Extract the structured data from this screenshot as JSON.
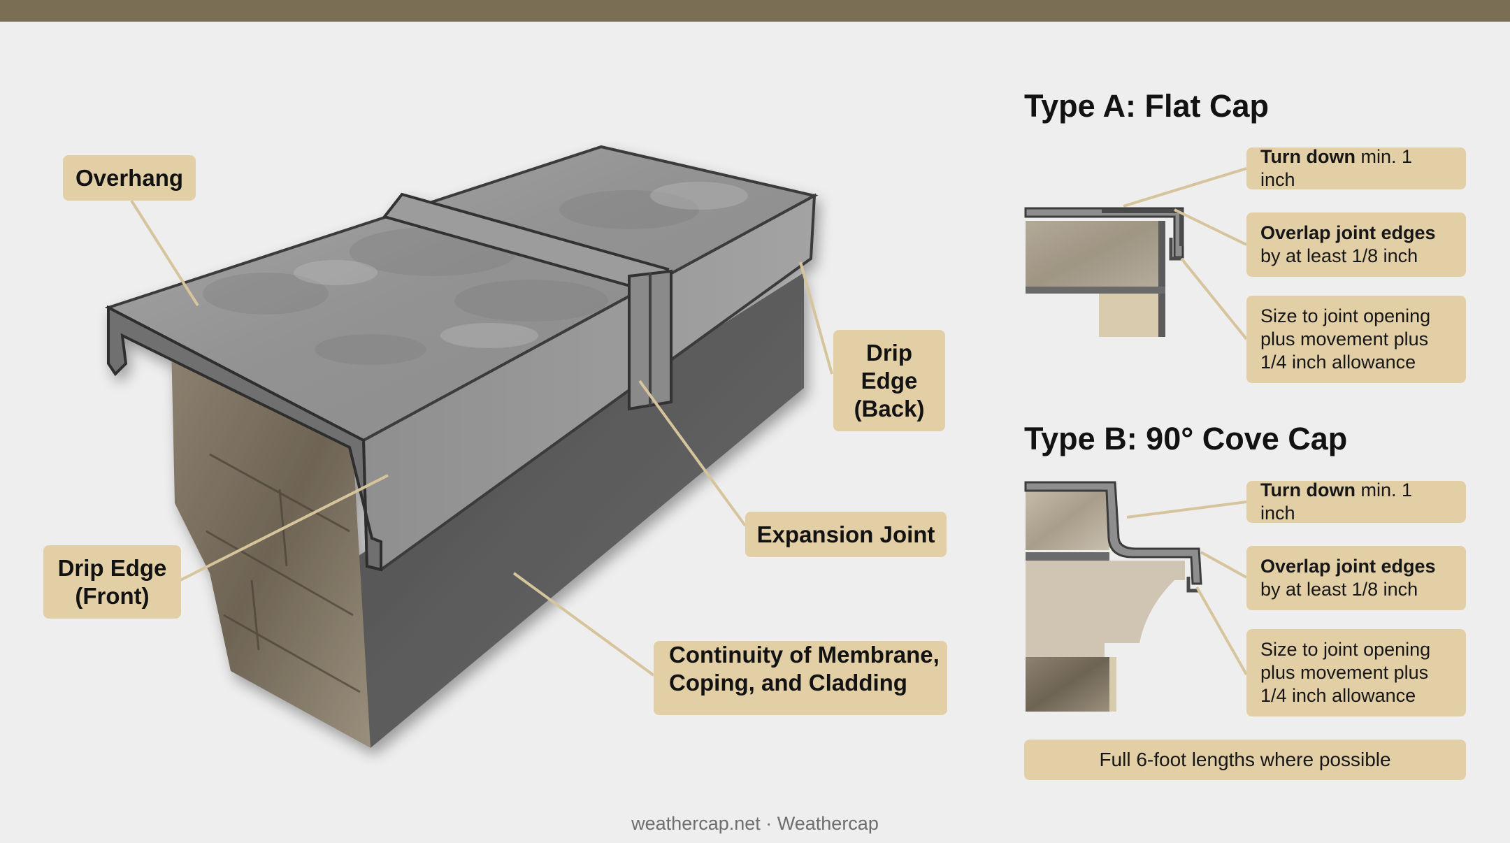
{
  "callouts": {
    "overhang": "Overhang",
    "drip_back": [
      "Drip",
      "Edge",
      "(Back)"
    ],
    "expansion_joint": "Expansion Joint",
    "drip_front": [
      "Drip Edge",
      "(Front)"
    ],
    "continuity": [
      "Continuity of Membrane,",
      "Coping, and Cladding"
    ]
  },
  "type_a": {
    "title": "Type A: Flat Cap",
    "turn_down": {
      "bold": "Turn down",
      "rest": " min. 1 inch"
    },
    "overlap": {
      "bold": "Overlap joint edges",
      "rest": "by at least 1/8 inch"
    },
    "size": [
      "Size to joint opening",
      "plus movement plus",
      "1/4 inch allowance"
    ]
  },
  "type_b": {
    "title": "Type B: 90° Cove Cap",
    "turn_down": {
      "bold": "Turn down",
      "rest": " min. 1 inch"
    },
    "overlap": {
      "bold": "Overlap joint edges",
      "rest": "by at least 1/8 inch"
    },
    "size": [
      "Size to joint opening",
      "plus movement plus",
      "1/4 inch allowance"
    ]
  },
  "full_lengths": "Full 6-foot lengths where possible",
  "footer": "weathercap.net · Weathercap",
  "colors": {
    "top_bar": "#7a6e55",
    "callout_fill": "#e3cfa5",
    "leader_line": "#d6c49c",
    "metal": "#9a9a9a",
    "wall": "#595959"
  }
}
